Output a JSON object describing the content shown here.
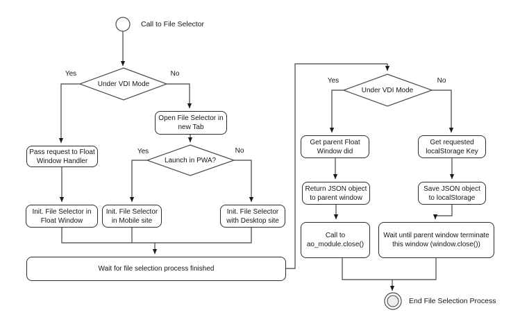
{
  "diagram": {
    "start": {
      "label": "Call to File Selector"
    },
    "end": {
      "label": "End File Selection Process"
    },
    "decisions": {
      "vdi_left": {
        "label": "Under VDI Mode",
        "yes": "Yes",
        "no": "No"
      },
      "pwa": {
        "label": "Launch in PWA?",
        "yes": "Yes",
        "no": "No"
      },
      "vdi_right": {
        "label": "Under VDI Mode",
        "yes": "Yes",
        "no": "No"
      }
    },
    "processes": {
      "open_tab": "Open File Selector in new Tab",
      "pass_request": "Pass request to Float Window Handler",
      "init_float": "Init. File Selector in Float Window",
      "init_mobile": "Init. File Selector in Mobile site",
      "init_desktop": "Init. File Selector with Desktop site",
      "wait_selection": "Wait for file selection process finished",
      "get_parent": "Get parent Float Window did",
      "get_key": "Get requested localStorage Key",
      "return_json": "Return JSON object to parent window",
      "save_json": "Save JSON object to localStorage",
      "call_close": "Call to ao_module.close()",
      "wait_terminate": "Wait until parent window terminate this window (window.close())"
    },
    "colors": {
      "edge_stroke": "#424242",
      "box_stroke": "#2b2b2b",
      "text": "#141414",
      "end_node_fill": "#ededed",
      "background": "#ffffff"
    }
  }
}
